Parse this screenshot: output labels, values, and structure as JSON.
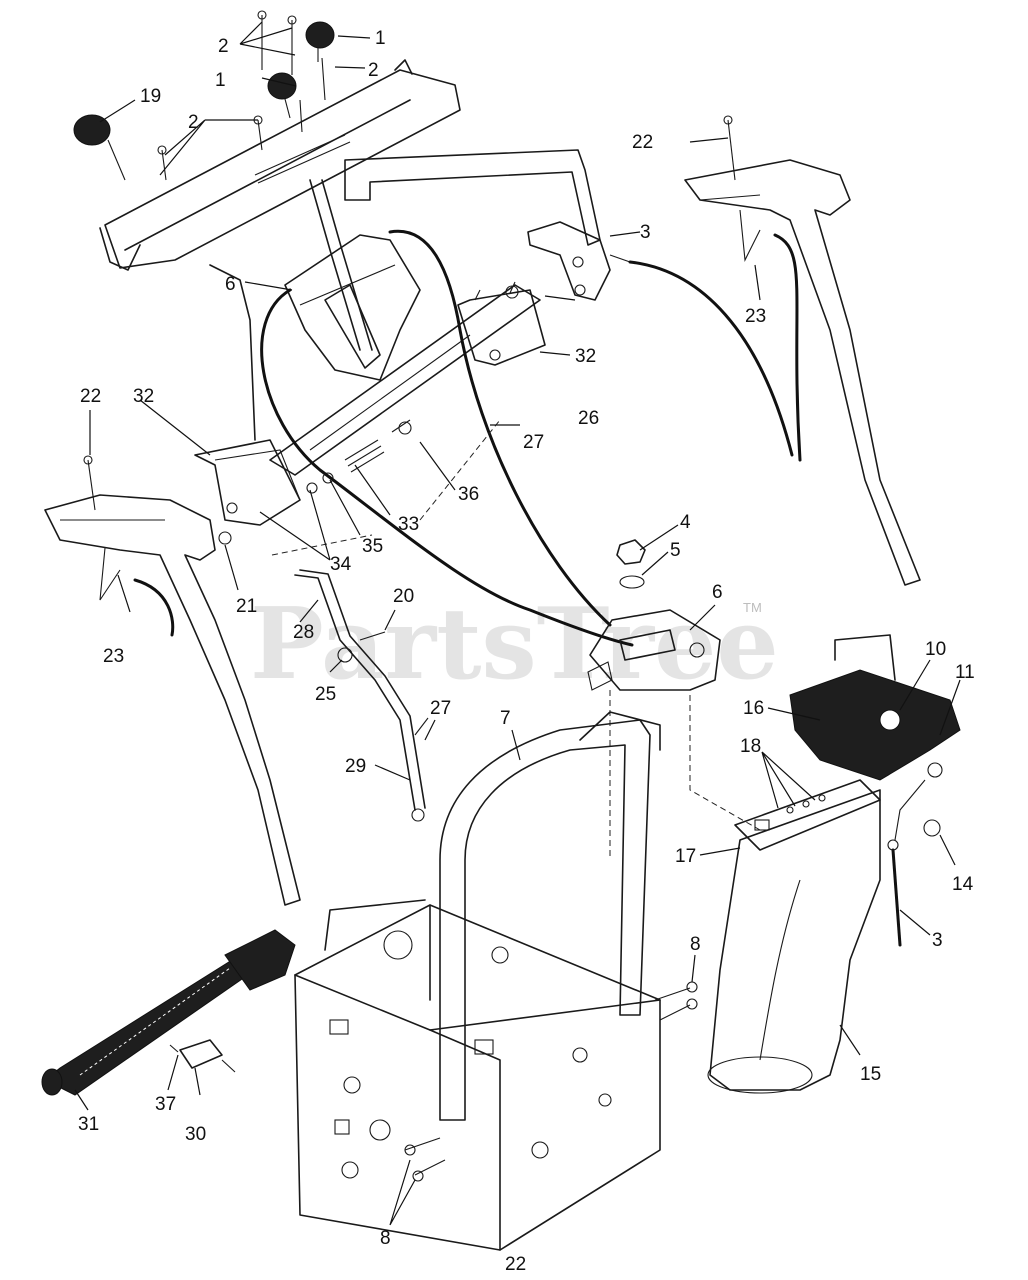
{
  "watermark": {
    "text": "PartsTree",
    "mark": "TM"
  },
  "callouts": {
    "c1a": "1",
    "c1b": "1",
    "c2a": "2",
    "c2b": "2",
    "c2c": "2",
    "c19": "19",
    "c3a": "3",
    "c3b": "3",
    "c22a": "22",
    "c22b": "22",
    "c22c": "22",
    "c23a": "23",
    "c23b": "23",
    "c6a": "6",
    "c6b": "6",
    "c32a": "32",
    "c32b": "32",
    "c26": "26",
    "c27a": "27",
    "c27b": "27",
    "c36": "36",
    "c33": "33",
    "c35": "35",
    "c34": "34",
    "c21": "21",
    "c20": "20",
    "c28": "28",
    "c25": "25",
    "c29": "29",
    "c4": "4",
    "c5": "5",
    "c10": "10",
    "c11": "11",
    "c16": "16",
    "c18": "18",
    "c17": "17",
    "c14": "14",
    "c15": "15",
    "c7": "7",
    "c8a": "8",
    "c8b": "8",
    "c31": "31",
    "c37": "37",
    "c30": "30"
  }
}
